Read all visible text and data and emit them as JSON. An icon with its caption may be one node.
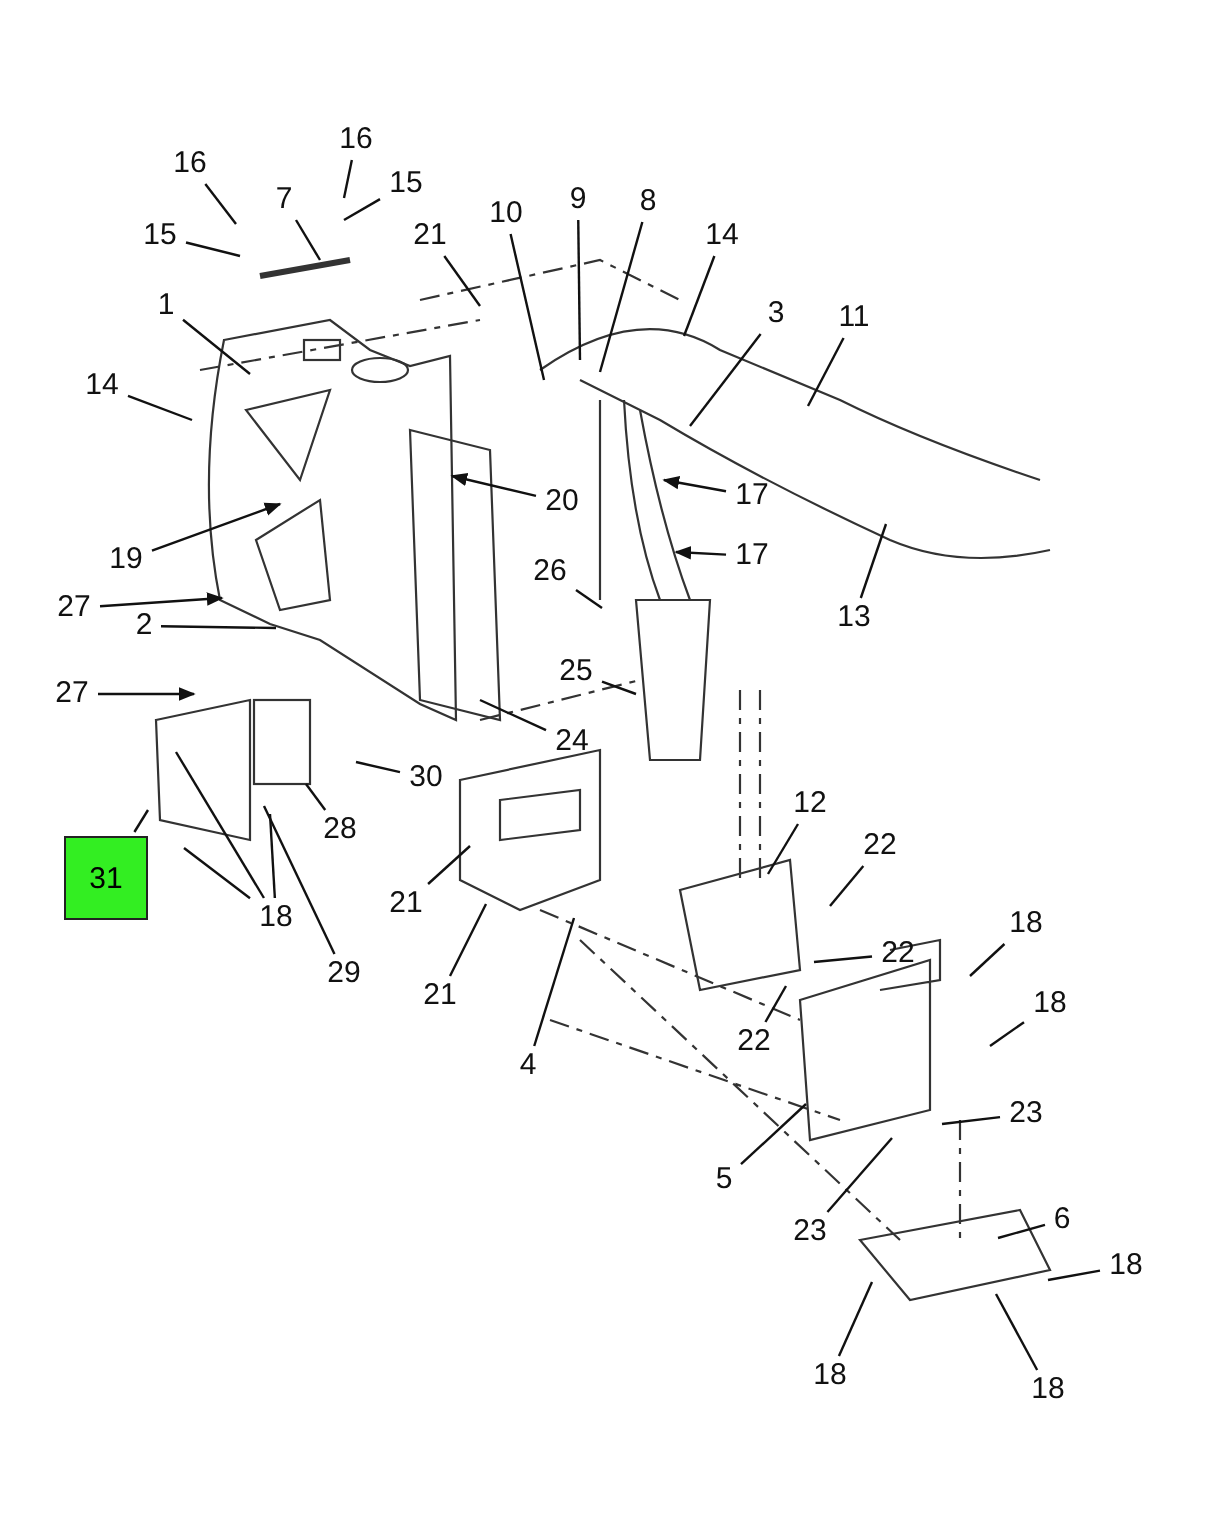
{
  "diagram": {
    "nodes": [
      {
        "text": [
          "16"
        ]
      },
      {
        "text": [
          "16"
        ]
      },
      {
        "text": [
          "7"
        ]
      },
      {
        "text": [
          "15"
        ]
      },
      {
        "text": [
          "15"
        ]
      },
      {
        "text": [
          "21"
        ]
      },
      {
        "text": [
          "10"
        ]
      },
      {
        "text": [
          "9"
        ]
      },
      {
        "text": [
          "8"
        ]
      },
      {
        "text": [
          "14"
        ]
      },
      {
        "text": [
          "1"
        ]
      },
      {
        "text": [
          "3"
        ]
      },
      {
        "text": [
          "11"
        ]
      },
      {
        "text": [
          "14"
        ]
      },
      {
        "text": [
          "20"
        ]
      },
      {
        "text": [
          "17"
        ]
      },
      {
        "text": [
          "19"
        ]
      },
      {
        "text": [
          "17"
        ]
      },
      {
        "text": [
          "13"
        ]
      },
      {
        "text": [
          "26"
        ]
      },
      {
        "text": [
          "27"
        ]
      },
      {
        "text": [
          "2"
        ]
      },
      {
        "text": [
          "25"
        ]
      },
      {
        "text": [
          "27"
        ]
      },
      {
        "text": [
          "24"
        ]
      },
      {
        "text": [
          "30"
        ]
      },
      {
        "text": [
          "12"
        ]
      },
      {
        "text": [
          "28"
        ]
      },
      {
        "text": [
          "21"
        ]
      },
      {
        "text": [
          "22"
        ]
      },
      {
        "text": [
          "31"
        ]
      },
      {
        "text": [
          "18"
        ]
      },
      {
        "text": [
          "18"
        ]
      },
      {
        "text": [
          "22"
        ]
      },
      {
        "text": [
          "29"
        ]
      },
      {
        "text": [
          "21"
        ]
      },
      {
        "text": [
          "18"
        ]
      },
      {
        "text": [
          "22"
        ]
      },
      {
        "text": [
          "4"
        ]
      },
      {
        "text": [
          "23"
        ]
      },
      {
        "text": [
          "5"
        ]
      },
      {
        "text": [
          "23"
        ]
      },
      {
        "text": [
          "6"
        ]
      },
      {
        "text": [
          "18"
        ]
      },
      {
        "text": [
          "18"
        ]
      },
      {
        "text": [
          "18"
        ]
      }
    ],
    "edges": [
      {
        "from": 0,
        "to": null,
        "arrow": "none"
      },
      {
        "from": 1,
        "to": null,
        "arrow": "none"
      },
      {
        "from": 2,
        "to": null,
        "arrow": "none"
      },
      {
        "from": 3,
        "to": null,
        "arrow": "none"
      },
      {
        "from": 4,
        "to": null,
        "arrow": "none"
      },
      {
        "from": 5,
        "to": null,
        "arrow": "none"
      },
      {
        "from": 6,
        "to": null,
        "arrow": "none"
      },
      {
        "from": 7,
        "to": null,
        "arrow": "none"
      },
      {
        "from": 8,
        "to": null,
        "arrow": "none"
      },
      {
        "from": 9,
        "to": null,
        "arrow": "none"
      },
      {
        "from": 10,
        "to": null,
        "arrow": "none"
      },
      {
        "from": 11,
        "to": null,
        "arrow": "none"
      },
      {
        "from": 12,
        "to": null,
        "arrow": "none"
      },
      {
        "from": 13,
        "to": null,
        "arrow": "none"
      },
      {
        "from": 14,
        "to": null,
        "arrow": "to"
      },
      {
        "from": 15,
        "to": null,
        "arrow": "to"
      },
      {
        "from": 16,
        "to": null,
        "arrow": "to"
      },
      {
        "from": 17,
        "to": null,
        "arrow": "to"
      },
      {
        "from": 18,
        "to": null,
        "arrow": "none"
      },
      {
        "from": 19,
        "to": null,
        "arrow": "none"
      },
      {
        "from": 20,
        "to": null,
        "arrow": "to"
      },
      {
        "from": 21,
        "to": null,
        "arrow": "none"
      },
      {
        "from": 22,
        "to": null,
        "arrow": "none"
      },
      {
        "from": 23,
        "to": null,
        "arrow": "to"
      },
      {
        "from": 24,
        "to": null,
        "arrow": "none"
      },
      {
        "from": 25,
        "to": null,
        "arrow": "none"
      },
      {
        "from": 26,
        "to": null,
        "arrow": "none"
      },
      {
        "from": 27,
        "to": null,
        "arrow": "none"
      },
      {
        "from": 28,
        "to": null,
        "arrow": "none"
      },
      {
        "from": 29,
        "to": null,
        "arrow": "none"
      },
      {
        "from": 30,
        "to": null,
        "arrow": "none"
      },
      {
        "from": 31,
        "to": null,
        "arrow": "none"
      },
      {
        "from": 31,
        "to": null,
        "arrow": "none"
      },
      {
        "from": 31,
        "to": null,
        "arrow": "none"
      },
      {
        "from": 32,
        "to": null,
        "arrow": "none"
      },
      {
        "from": 33,
        "to": null,
        "arrow": "none"
      },
      {
        "from": 34,
        "to": null,
        "arrow": "none"
      },
      {
        "from": 35,
        "to": null,
        "arrow": "none"
      },
      {
        "from": 36,
        "to": null,
        "arrow": "none"
      },
      {
        "from": 37,
        "to": null,
        "arrow": "none"
      },
      {
        "from": 38,
        "to": null,
        "arrow": "none"
      },
      {
        "from": 39,
        "to": null,
        "arrow": "none"
      },
      {
        "from": 40,
        "to": null,
        "arrow": "none"
      },
      {
        "from": 41,
        "to": null,
        "arrow": "none"
      },
      {
        "from": 42,
        "to": null,
        "arrow": "none"
      },
      {
        "from": 43,
        "to": null,
        "arrow": "none"
      },
      {
        "from": 44,
        "to": null,
        "arrow": "none"
      },
      {
        "from": 45,
        "to": null,
        "arrow": "none"
      }
    ]
  }
}
